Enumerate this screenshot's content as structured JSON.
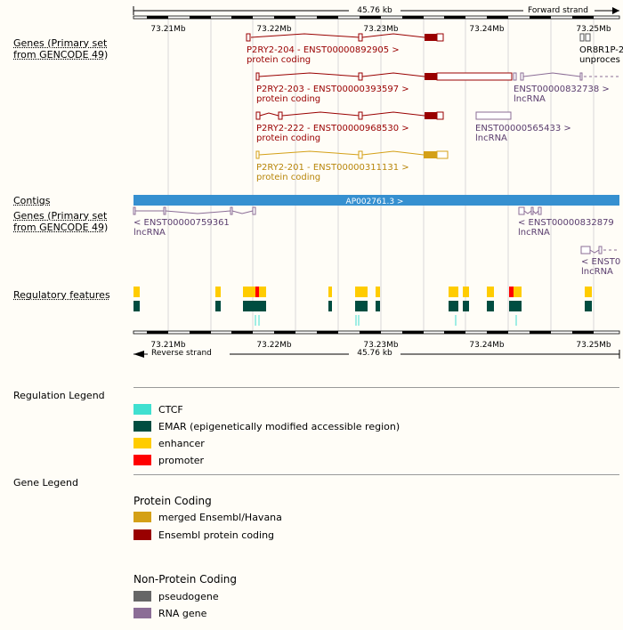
{
  "ruler": {
    "span": "45.76 kb",
    "forward": "Forward strand",
    "reverse": "Reverse strand",
    "ticks": [
      "73.21Mb",
      "73.22Mb",
      "73.23Mb",
      "73.24Mb",
      "73.25Mb"
    ]
  },
  "tracks": {
    "genes_fwd": [
      "Genes (Primary set",
      "from GENCODE 49)"
    ],
    "contigs": "Contigs",
    "genes_rev": [
      "Genes (Primary set",
      "from GENCODE 49)"
    ],
    "regulatory": "Regulatory features"
  },
  "transcripts": [
    {
      "name": "P2RY2-204 - ENST00000892905 >",
      "biotype": "protein coding"
    },
    {
      "name": "P2RY2-203 - ENST00000393597 >",
      "biotype": "protein coding"
    },
    {
      "name": "P2RY2-222 - ENST00000968530 >",
      "biotype": "protein coding"
    },
    {
      "name": "P2RY2-201 - ENST00000311131 >",
      "biotype": "protein coding"
    },
    {
      "name": "ENST00000832738 >",
      "biotype": "lncRNA"
    },
    {
      "name": "ENST00000565433 >",
      "biotype": "lncRNA"
    },
    {
      "name": "OR8R1P-2",
      "biotype": "unproces"
    },
    {
      "name": "< ENST00000759361",
      "biotype": "lncRNA"
    },
    {
      "name": "< ENST00000832879",
      "biotype": "lncRNA"
    },
    {
      "name": "< ENST0",
      "biotype": "lncRNA"
    }
  ],
  "contig": "AP002761.3 >",
  "legend": {
    "regulation_title": "Regulation Legend",
    "regulation": [
      {
        "label": "CTCF",
        "color": "#40e0d0"
      },
      {
        "label": "EMAR (epigenetically modified accessible region)",
        "color": "#004d40"
      },
      {
        "label": "enhancer",
        "color": "#ffcc00"
      },
      {
        "label": "promoter",
        "color": "#ff0000"
      }
    ],
    "gene_title": "Gene Legend",
    "protein_heading": "Protein Coding",
    "protein": [
      {
        "label": "merged Ensembl/Havana",
        "color": "#d4a017"
      },
      {
        "label": "Ensembl protein coding",
        "color": "#990000"
      }
    ],
    "nonprotein_heading": "Non-Protein Coding",
    "nonprotein": [
      {
        "label": "pseudogene",
        "color": "#666666"
      },
      {
        "label": "RNA gene",
        "color": "#8b6d96"
      }
    ]
  }
}
